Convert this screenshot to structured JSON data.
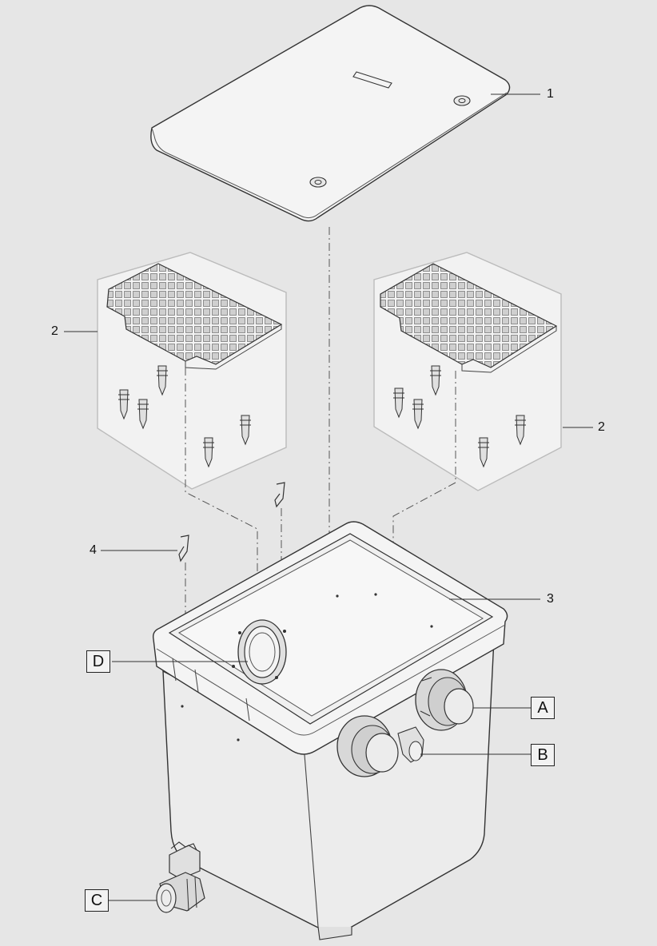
{
  "callouts": {
    "lid": "1",
    "grid_left": "2",
    "grid_right": "2",
    "housing": "3",
    "clip": "4"
  },
  "connections": {
    "a": "A",
    "b": "B",
    "c": "C",
    "d": "D"
  }
}
